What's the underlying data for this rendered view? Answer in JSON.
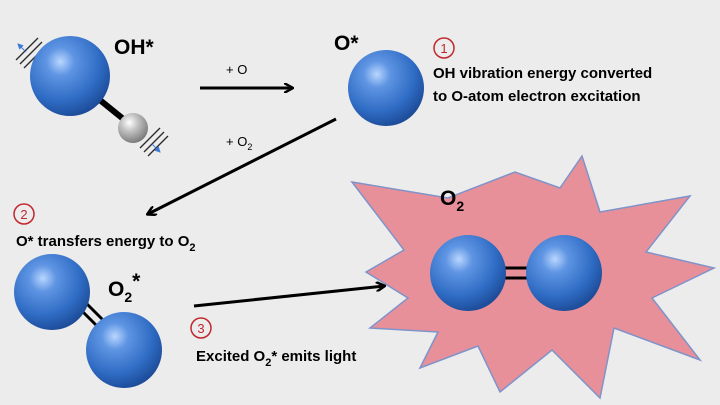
{
  "molecules": {
    "oh": {
      "label": "OH*"
    },
    "o": {
      "label": "O*"
    },
    "o2_excited": {
      "label": "O",
      "sub": "2",
      "sup": "*"
    },
    "o2_ground": {
      "label": "O",
      "sub": "2"
    }
  },
  "reactions": {
    "plus_o": "+ O",
    "plus_o2": {
      "label": "+ O",
      "sub": "2"
    }
  },
  "steps": [
    {
      "number": "1",
      "line1": "OH vibration energy converted",
      "line2": "to O-atom electron excitation"
    },
    {
      "number": "2",
      "text": "O* transfers energy to O",
      "sub": "2"
    },
    {
      "number": "3",
      "prefix": "Excited O",
      "sub": "2",
      "suffix": "* emits light"
    }
  ],
  "colors": {
    "background": "#ececec",
    "atom_blue": "#2f6cc4",
    "hydrogen_gray": "#a8a8a8",
    "burst_fill": "#e8909a",
    "burst_stroke": "#7f93c9",
    "step_number": "#c0282d",
    "arrow": "#000000"
  }
}
